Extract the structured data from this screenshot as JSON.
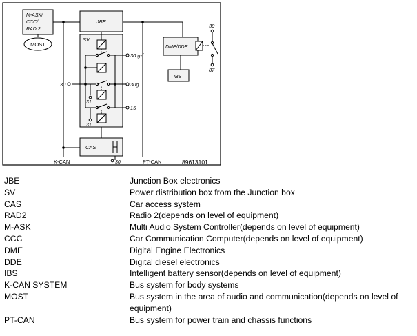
{
  "diagram": {
    "figure_id": "89613101",
    "blocks": {
      "jbe": "JBE",
      "sv": "SV",
      "cas": "CAS",
      "dme": "DME/DDE",
      "ibs": "IBS",
      "most": "MOST",
      "mask": [
        "M-ASK/",
        "CCC/",
        "RAD 2"
      ]
    },
    "terminals": {
      "t30_left": "30",
      "t30gf": "30 g-f",
      "t30g": "30g",
      "t15": "15",
      "t31_a": "31",
      "t31_b": "31",
      "t30_cas": "30",
      "t30_top": "30",
      "t87": "87"
    },
    "bus_labels": {
      "kcan": "K-CAN",
      "ptcan": "PT-CAN"
    }
  },
  "legend": [
    {
      "abbr": "JBE",
      "desc": "Junction Box electronics"
    },
    {
      "abbr": "SV",
      "desc": "Power distribution box from the Junction box"
    },
    {
      "abbr": "CAS",
      "desc": "Car access system"
    },
    {
      "abbr": "RAD2",
      "desc": "Radio 2(depends on level of equipment)"
    },
    {
      "abbr": "M-ASK",
      "desc": "Multi Audio System Controller(depends on level of equipment)"
    },
    {
      "abbr": "CCC",
      "desc": "Car Communication Computer(depends on level of equipment)"
    },
    {
      "abbr": "DME",
      "desc": "Digital Engine Electronics"
    },
    {
      "abbr": "DDE",
      "desc": "Digital diesel electronics"
    },
    {
      "abbr": "IBS",
      "desc": "Intelligent battery sensor(depends on level of equipment)"
    },
    {
      "abbr": "K-CAN SYSTEM",
      "desc": "Bus system for body systems"
    },
    {
      "abbr": "MOST",
      "desc": "Bus system in the area of audio and communication(depends on level of equipment)"
    },
    {
      "abbr": "PT-CAN",
      "desc": "Bus system for power train and chassis functions"
    }
  ]
}
